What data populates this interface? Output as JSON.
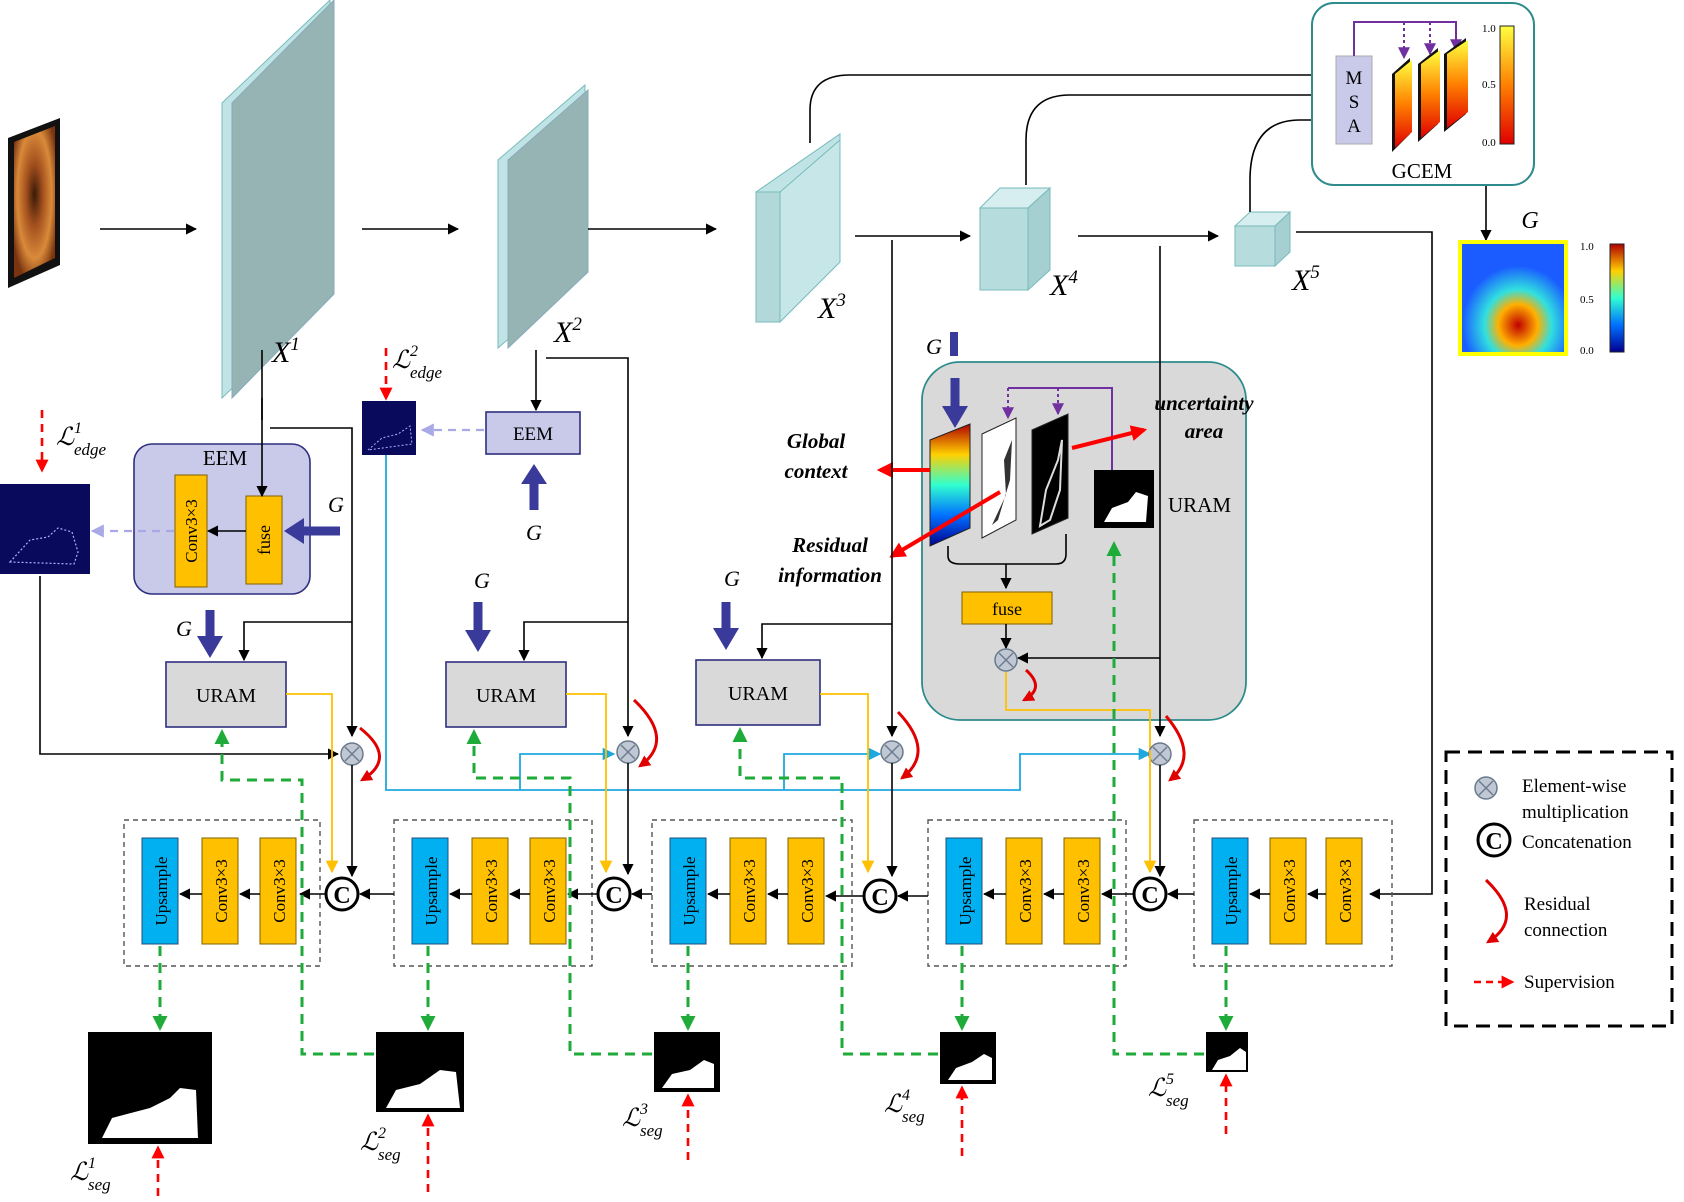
{
  "encoder": {
    "x1": "X",
    "x1_sup": "1",
    "x2": "X",
    "x2_sup": "2",
    "x3": "X",
    "x3_sup": "3",
    "x4": "X",
    "x4_sup": "4",
    "x5": "X",
    "x5_sup": "5"
  },
  "gcem": {
    "title": "GCEM",
    "msa_m": "M",
    "msa_s": "S",
    "msa_a": "A",
    "colorbar_ticks": [
      "1.0",
      "0.5",
      "0.0"
    ],
    "output_label": "G",
    "g_colorbar_ticks": [
      "1.0",
      "0.5",
      "0.0"
    ]
  },
  "eem": {
    "title": "EEM",
    "conv_label": "Conv3×3",
    "fuse_label": "fuse",
    "g_label": "G",
    "second_label": "EEM"
  },
  "losses": {
    "L": "ℒ",
    "edge": "edge",
    "seg": "seg",
    "edge1_sup": "1",
    "edge2_sup": "2",
    "seg1_sup": "1",
    "seg2_sup": "2",
    "seg3_sup": "3",
    "seg4_sup": "4",
    "seg5_sup": "5"
  },
  "uram": {
    "label": "URAM",
    "g_label": "G",
    "detail_title": "URAM",
    "fuse_label": "fuse",
    "uncertainty_line1": "uncertainty",
    "uncertainty_line2": "area",
    "global_line1": "Global",
    "global_line2": "context",
    "residual_line1": "Residual",
    "residual_line2": "information"
  },
  "decoder": {
    "upsample": "Upsample",
    "conv": "Conv3×3",
    "concat_symbol": "C"
  },
  "legend": {
    "elementwise_line1": "Element-wise",
    "elementwise_line2": "multiplication",
    "concatenation": "Concatenation",
    "residual_line1": "Residual",
    "residual_line2": "connection",
    "supervision": "Supervision"
  },
  "colors": {
    "encoder_face": "#96b4b4",
    "encoder_side": "#c0e4e6",
    "conv_block": "#ffc000",
    "upsample_block": "#00b0f0",
    "uram_fill": "#d9d9d9",
    "eem_fill": "#c9c9ea",
    "supervision": "#ff0000",
    "deep_supervision": "#1eab3a",
    "g_arrow": "#3a3a9a"
  }
}
